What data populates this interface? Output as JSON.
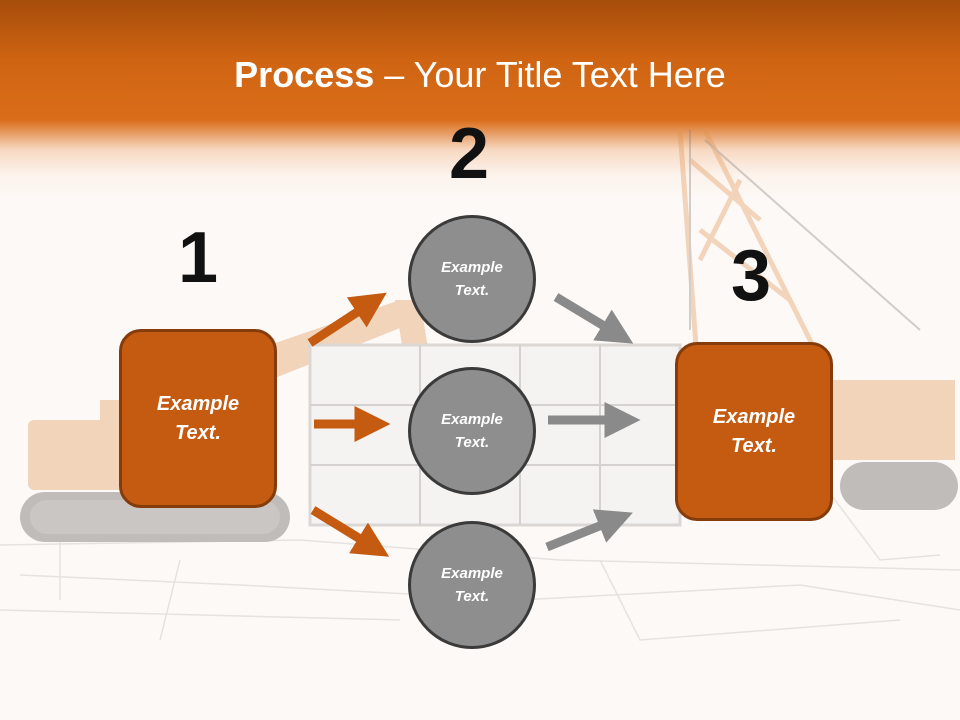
{
  "title": {
    "bold": "Process",
    "separator": " – ",
    "rest": "Your Title Text Here"
  },
  "steps": {
    "one": {
      "number": "1",
      "label": "Example\nText."
    },
    "two": {
      "number": "2"
    },
    "three": {
      "number": "3",
      "label": "Example\nText."
    }
  },
  "circles": [
    {
      "label": "Example\nText."
    },
    {
      "label": "Example\nText."
    },
    {
      "label": "Example\nText."
    }
  ],
  "colors": {
    "orange_fill": "#c55a11",
    "orange_border": "#843c0c",
    "gray_fill": "#8e8e8e",
    "orange_arrow": "#c55a11",
    "gray_arrow": "#8a8a8a"
  }
}
